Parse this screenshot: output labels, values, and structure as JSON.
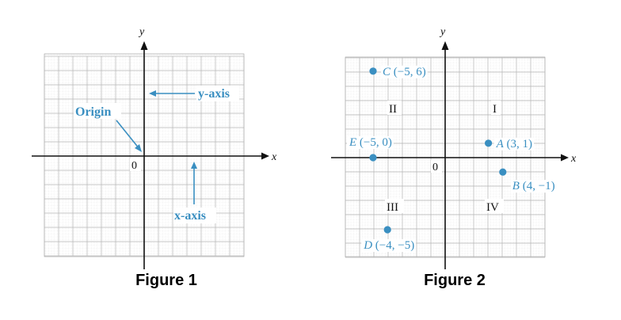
{
  "figure1": {
    "x_axis_name": "x",
    "y_axis_name": "y",
    "origin_zero": "0",
    "labels": {
      "origin": "Origin",
      "y_axis": "y-axis",
      "x_axis": "x-axis"
    },
    "caption": "Figure 1"
  },
  "figure2": {
    "x_axis_name": "x",
    "y_axis_name": "y",
    "origin_zero": "0",
    "quadrants": [
      "I",
      "II",
      "III",
      "IV"
    ],
    "points": [
      {
        "letter": "A",
        "coords": "(3, 1)",
        "x": 3,
        "y": 1
      },
      {
        "letter": "B",
        "coords": "(4, −1)",
        "x": 4,
        "y": -1
      },
      {
        "letter": "C",
        "coords": "(−5, 6)",
        "x": -5,
        "y": 6
      },
      {
        "letter": "D",
        "coords": "(−4, −5)",
        "x": -4,
        "y": -5
      },
      {
        "letter": "E",
        "coords": "(−5, 0)",
        "x": -5,
        "y": 0
      }
    ],
    "caption": "Figure 2"
  },
  "colors": {
    "accent": "#3a8fc1",
    "grid": "#b5b5b5",
    "axis": "#111111"
  }
}
